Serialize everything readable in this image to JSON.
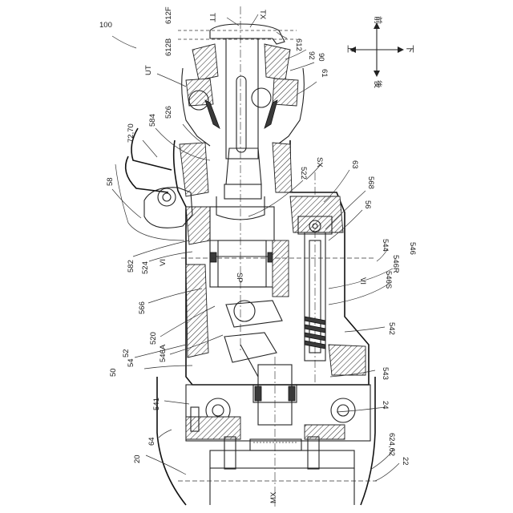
{
  "figure": {
    "ref_main": "100",
    "labels": {
      "TT": "TT",
      "TX": "TX",
      "612F": "612F",
      "612B": "612B",
      "612": "612",
      "92": "92",
      "90": "90",
      "61": "61",
      "UT": "UT",
      "526": "526",
      "584": "584",
      "72_70": "72,70",
      "58": "58",
      "SX": "SX",
      "63": "63",
      "522": "522",
      "568": "568",
      "56": "56",
      "544": "544",
      "546": "546",
      "546R": "546R",
      "546S": "546S",
      "SP": "SP",
      "582": "582",
      "524": "524",
      "VI_left": "VI",
      "VI_right": "VI",
      "566": "566",
      "520": "520",
      "546A": "546A",
      "52": "52",
      "542": "542",
      "50": "50",
      "54": "54",
      "541": "541",
      "543": "543",
      "24": "24",
      "64": "64",
      "20": "20",
      "624_62": "624,62",
      "22": "22",
      "MX": "MX"
    },
    "compass": {
      "front": "前",
      "up": "上",
      "down": "下",
      "rear": "後"
    }
  }
}
